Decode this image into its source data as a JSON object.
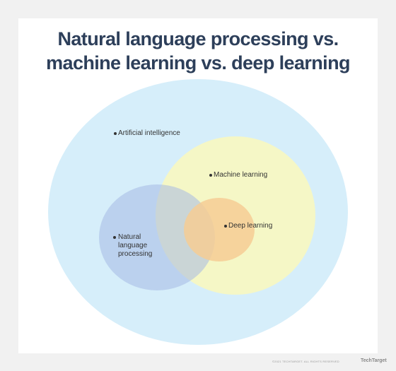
{
  "title": {
    "line1": "Natural language processing vs.",
    "line2": "machine learning vs. deep learning"
  },
  "labels": {
    "ai": "Artificial intelligence",
    "ml": "Machine learning",
    "dl": "Deep learning",
    "nlp_line1": "Natural",
    "nlp_line2": "language",
    "nlp_line3": "processing"
  },
  "footer": {
    "credit": "©2021 TECHTARGET. ALL RIGHTS RESERVED",
    "brand": "TechTarget"
  },
  "colors": {
    "ai": "#d6eefa",
    "ml": "#f5f7c6",
    "nlp": "#a6b9e4",
    "dl": "#f6cc94",
    "title": "#2d3f5a"
  }
}
